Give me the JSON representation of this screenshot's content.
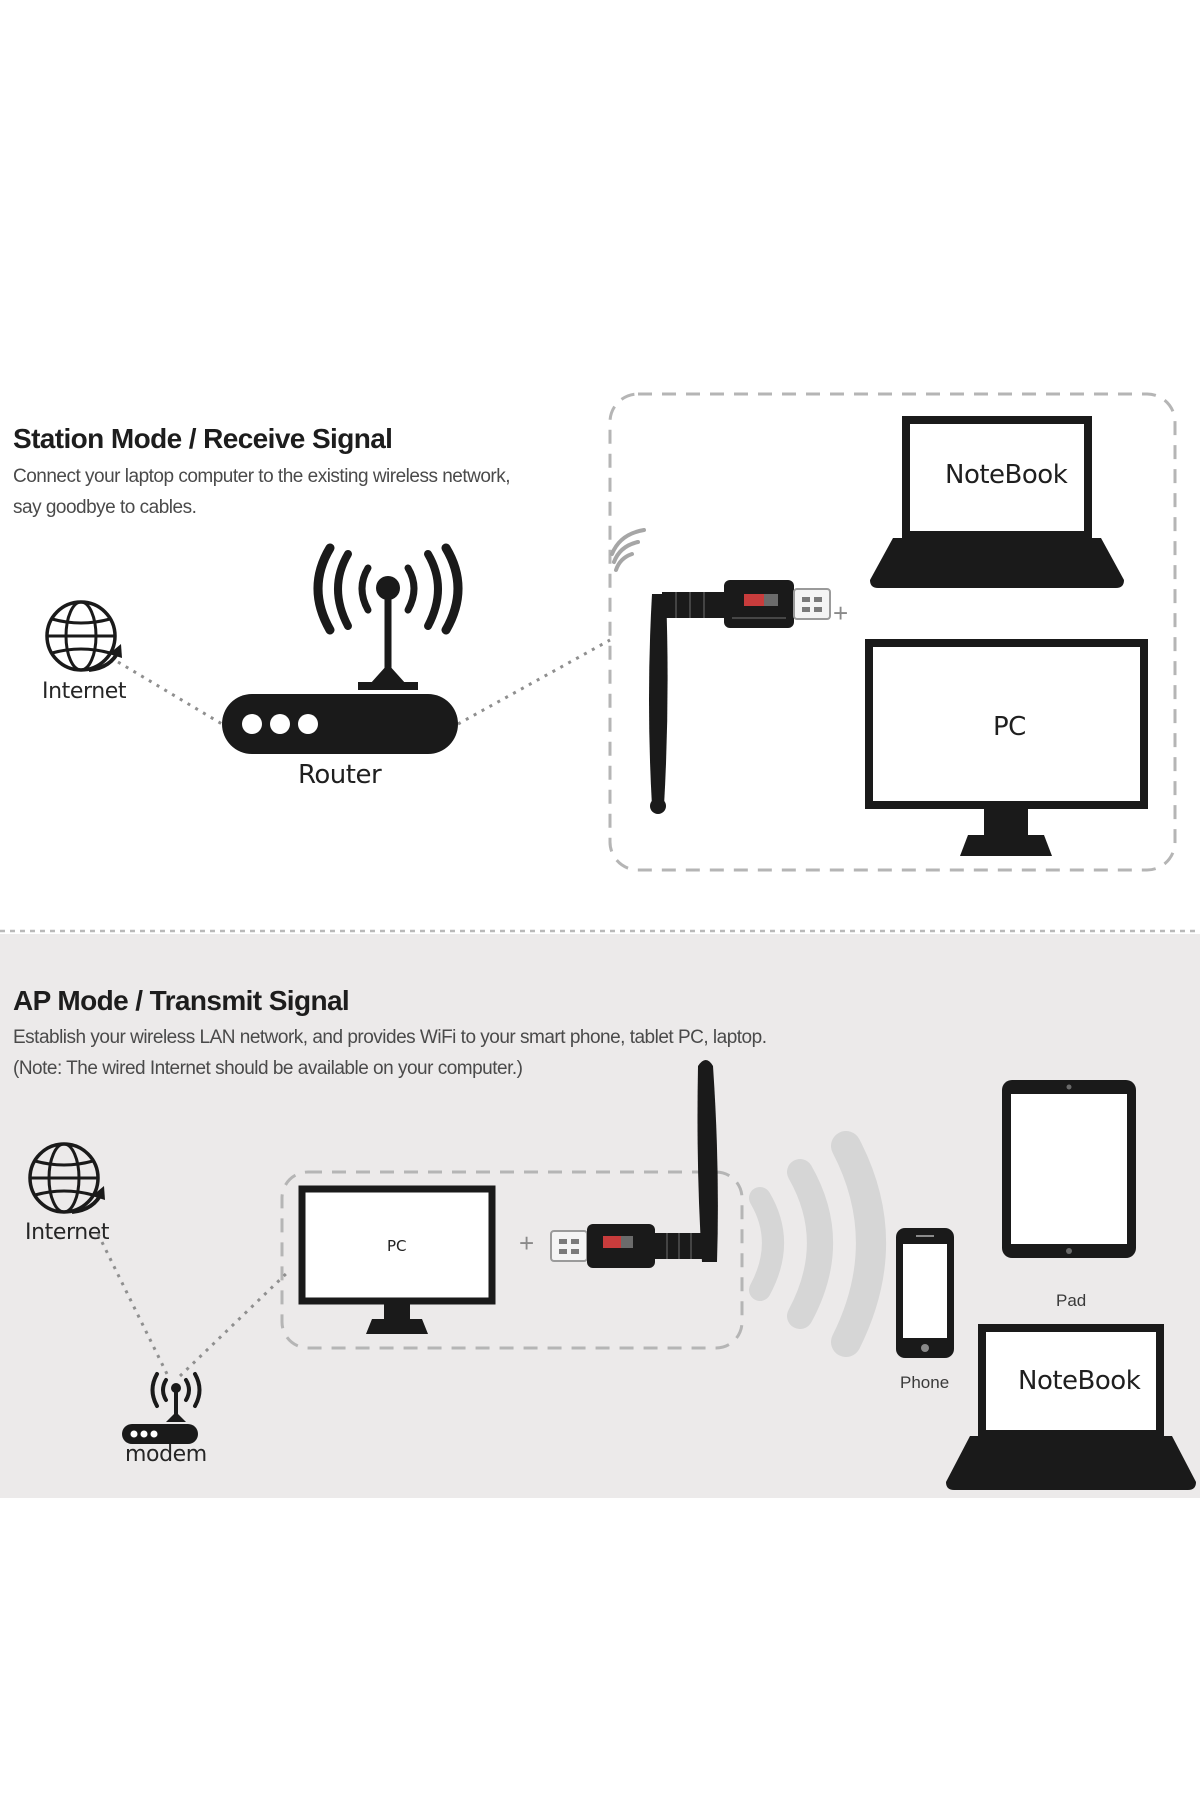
{
  "station": {
    "title": "Station Mode / Receive Signal",
    "desc_line1": "Connect your laptop computer to the existing wireless network,",
    "desc_line2": "say goodbye to cables.",
    "internet_label": "Internet",
    "router_label": "Router",
    "notebook_label": "NoteBook",
    "pc_label": "PC",
    "plus": "+"
  },
  "ap": {
    "title": "AP Mode / Transmit Signal",
    "desc_line1": "Establish your wireless LAN network, and provides WiFi to your smart phone, tablet PC, laptop.",
    "desc_line2": "(Note: The wired Internet should be available on your computer.)",
    "internet_label": "Internet",
    "modem_label": "modem",
    "pc_label": "PC",
    "plus": "+",
    "phone_label": "Phone",
    "pad_label": "Pad",
    "notebook_label": "NoteBook"
  },
  "colors": {
    "device": "#1a1a1a",
    "ap_background": "#eceaea",
    "dashed_border": "#b5b5b5",
    "dotted_link": "#8f8f8f",
    "wave_light": "#d6d6d6"
  },
  "icons": {
    "globe": "internet-globe-icon",
    "router": "router-icon",
    "modem": "modem-icon",
    "adapter": "usb-wifi-adapter-icon",
    "laptop": "laptop-icon",
    "monitor": "monitor-icon",
    "phone": "phone-icon",
    "tablet": "tablet-icon",
    "signal": "wifi-signal-icon"
  }
}
